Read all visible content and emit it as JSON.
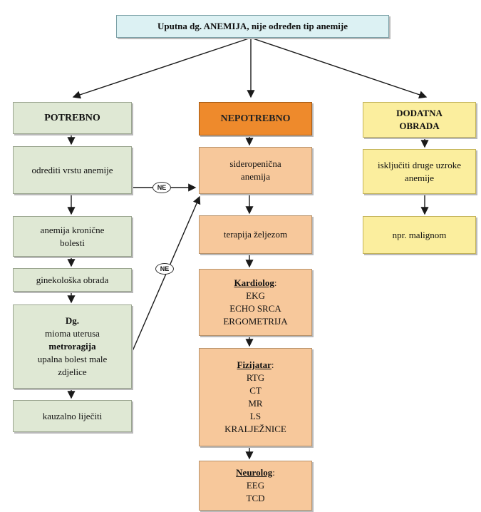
{
  "top": {
    "label": "Uputna dg. ANEMIJA, nije određen tip anemije"
  },
  "left": {
    "header": "POTREBNO",
    "step1": "odrediti vrstu anemije",
    "step2": "anemija kronične bolesti",
    "step3": "ginekološka obrada",
    "dg_title": "Dg.",
    "dg_line1": "mioma uterusa",
    "dg_line2": "metroragija",
    "dg_line3": "upalna bolest male zdjelice",
    "step5": "kauzalno liječiti"
  },
  "middle": {
    "header": "NEPOTREBNO",
    "step1": "sideropenična anemija",
    "step2": "terapija željezom",
    "kardio_title": "Kardiolog",
    "kardio_items": [
      "EKG",
      "ECHO SRCA",
      "ERGOMETRIJA"
    ],
    "fizijatar_title": "Fizijatar",
    "fizijatar_items": [
      "RTG",
      "CT",
      "MR",
      "LS",
      "KRALJEŽNICE"
    ],
    "neurolog_title": "Neurolog",
    "neurolog_items": [
      "EEG",
      "TCD"
    ]
  },
  "right": {
    "header": "DODATNA OBRADA",
    "step1": "isključiti druge uzroke anemije",
    "step2": "npr. malignom"
  },
  "badges": {
    "ne1": "NE",
    "ne2": "NE"
  },
  "colors": {
    "green": "#dfe8d4",
    "orange_light": "#f7c89b",
    "orange_dark": "#ee8a2c",
    "yellow": "#fbee9e",
    "cyan": "#dcf1f3"
  }
}
